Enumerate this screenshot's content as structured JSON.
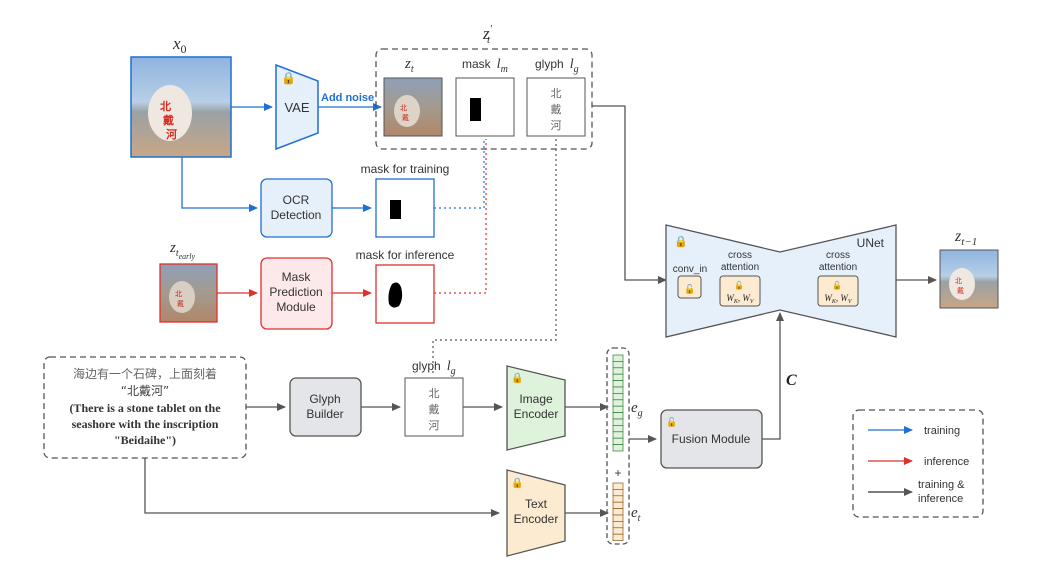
{
  "labels": {
    "x0_main": "x",
    "x0_sub": "0",
    "vae": "VAE",
    "add_noise": "Add noise",
    "zt_prime_main": "z",
    "zt_prime_sub": "t",
    "zt_main": "z",
    "zt_sub": "t",
    "mask": "mask",
    "lm_main": "l",
    "lm_sub": "m",
    "glyph": "glyph",
    "lg_main": "l",
    "lg_sub": "g",
    "glyph_chars": [
      "北",
      "戴",
      "河"
    ],
    "ocr_line1": "OCR",
    "ocr_line2": "Detection",
    "mask_for_training": "mask for training",
    "mask_for_inference": "mask for inference",
    "ztearly_main": "z",
    "ztearly_sub": "t",
    "ztearly_subsub": "early",
    "mpm_line1": "Mask",
    "mpm_line2": "Prediction",
    "mpm_line3": "Module",
    "unet": "UNet",
    "conv_in": "conv_in",
    "cross_attention_1a": "cross",
    "cross_attention_1b": "attention",
    "cross_attention_2a": "cross",
    "cross_attention_2b": "attention",
    "wkwv": "W",
    "wk_sub": "K",
    "wv_sub": "V",
    "zt1_main": "z",
    "zt1_sub": "t−1",
    "prompt_cn_line1": "海边有一个石碑，上面刻着",
    "prompt_cn_line2": "“北戴河”",
    "prompt_en_line1": "(There is a stone tablet on the",
    "prompt_en_line2": "seashore with the inscription",
    "prompt_en_line3": "\"Beidaihe\")",
    "glyph_builder_line1": "Glyph",
    "glyph_builder_line2": "Builder",
    "image_encoder_line1": "Image",
    "image_encoder_line2": "Encoder",
    "text_encoder_line1": "Text",
    "text_encoder_line2": "Encoder",
    "eg_main": "e",
    "eg_sub": "g",
    "et_main": "e",
    "et_sub": "t",
    "plus": "+",
    "fusion_module": "Fusion Module",
    "c_label": "C"
  },
  "legend": {
    "training": "training",
    "inference": "inference",
    "both_line1": "training &",
    "both_line2": "inference"
  },
  "colors": {
    "training": "#1f6fd6",
    "inference": "#e0302a",
    "both": "#555555",
    "blue_fill": "#e6f0fb",
    "red_fill": "#fde9e9",
    "green_fill": "#dff2dc",
    "orange_fill": "#fcebd1",
    "gray_fill": "#e4e5e8"
  }
}
